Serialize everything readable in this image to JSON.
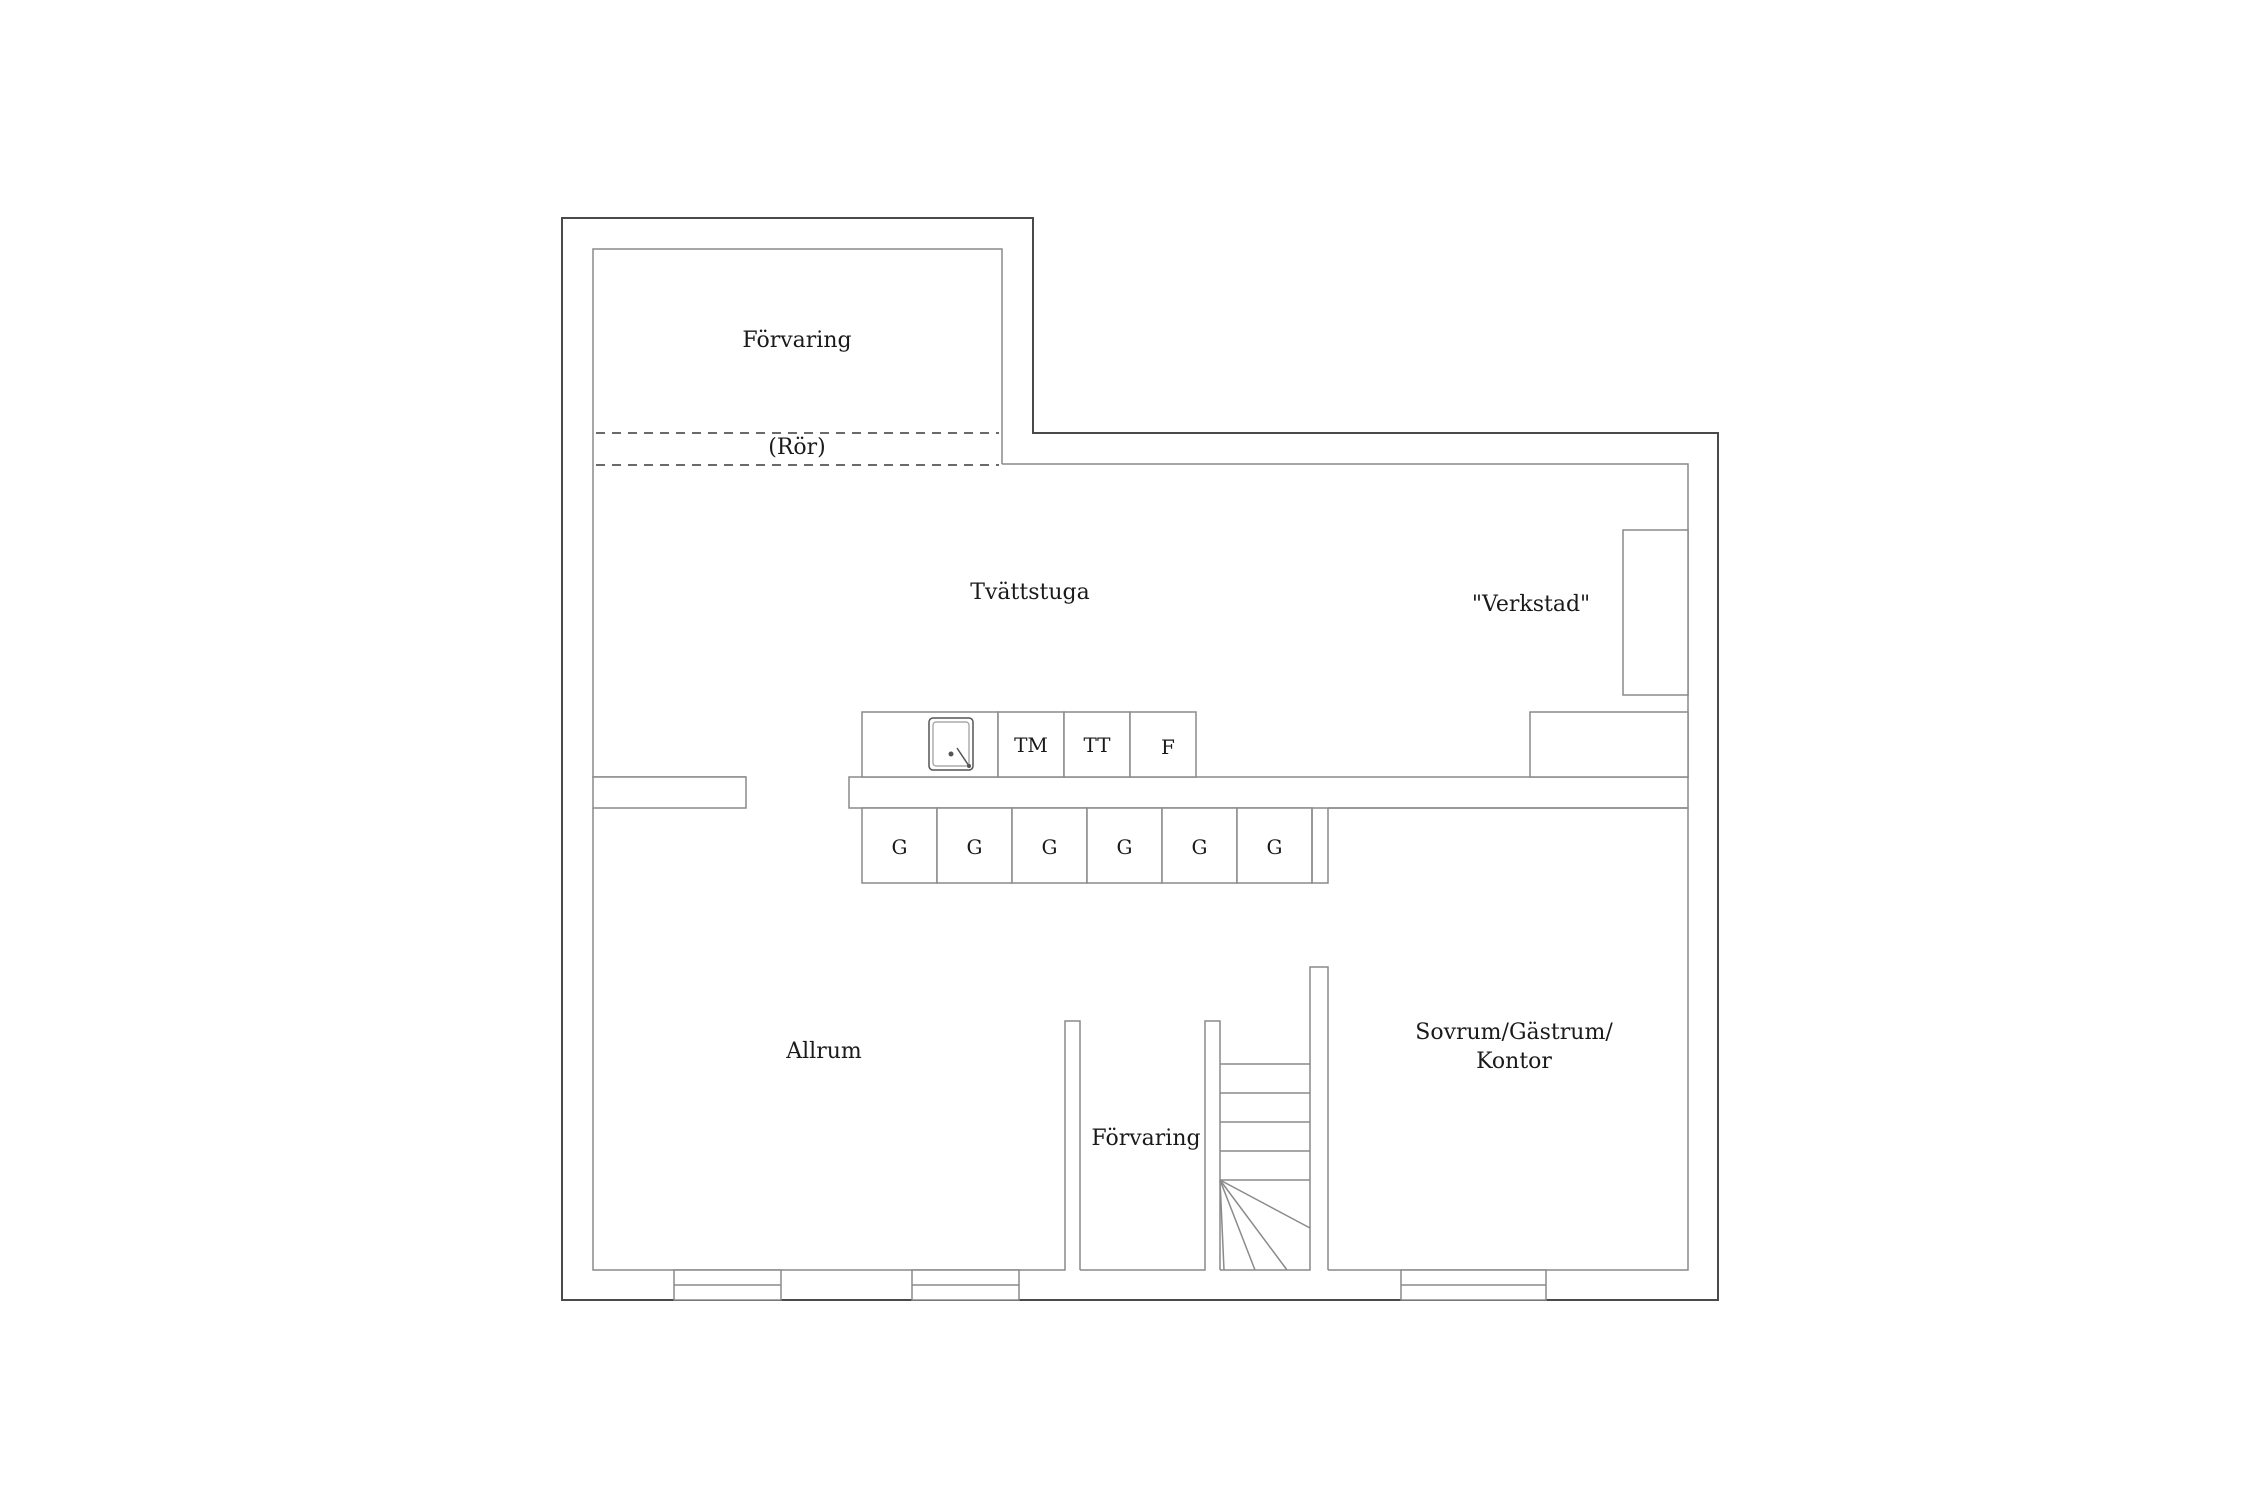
{
  "rooms": {
    "storage_top": "Förvaring",
    "pipes": "(Rör)",
    "laundry": "Tvättstuga",
    "workshop": "\"Verkstad\"",
    "family_room": "Allrum",
    "storage_bottom": "Förvaring",
    "bedroom_line1": "Sovrum/Gästrum/",
    "bedroom_line2": "Kontor"
  },
  "appliances": {
    "washer": "TM",
    "dryer": "TT",
    "freezer": "F",
    "sink": "sink-icon"
  },
  "cabinets": [
    "G",
    "G",
    "G",
    "G",
    "G",
    "G"
  ],
  "colors": {
    "outer_wall": "#4a4a4a",
    "inner_wall": "#8a8a8a",
    "background": "#ffffff",
    "text": "#1a1a1a"
  }
}
